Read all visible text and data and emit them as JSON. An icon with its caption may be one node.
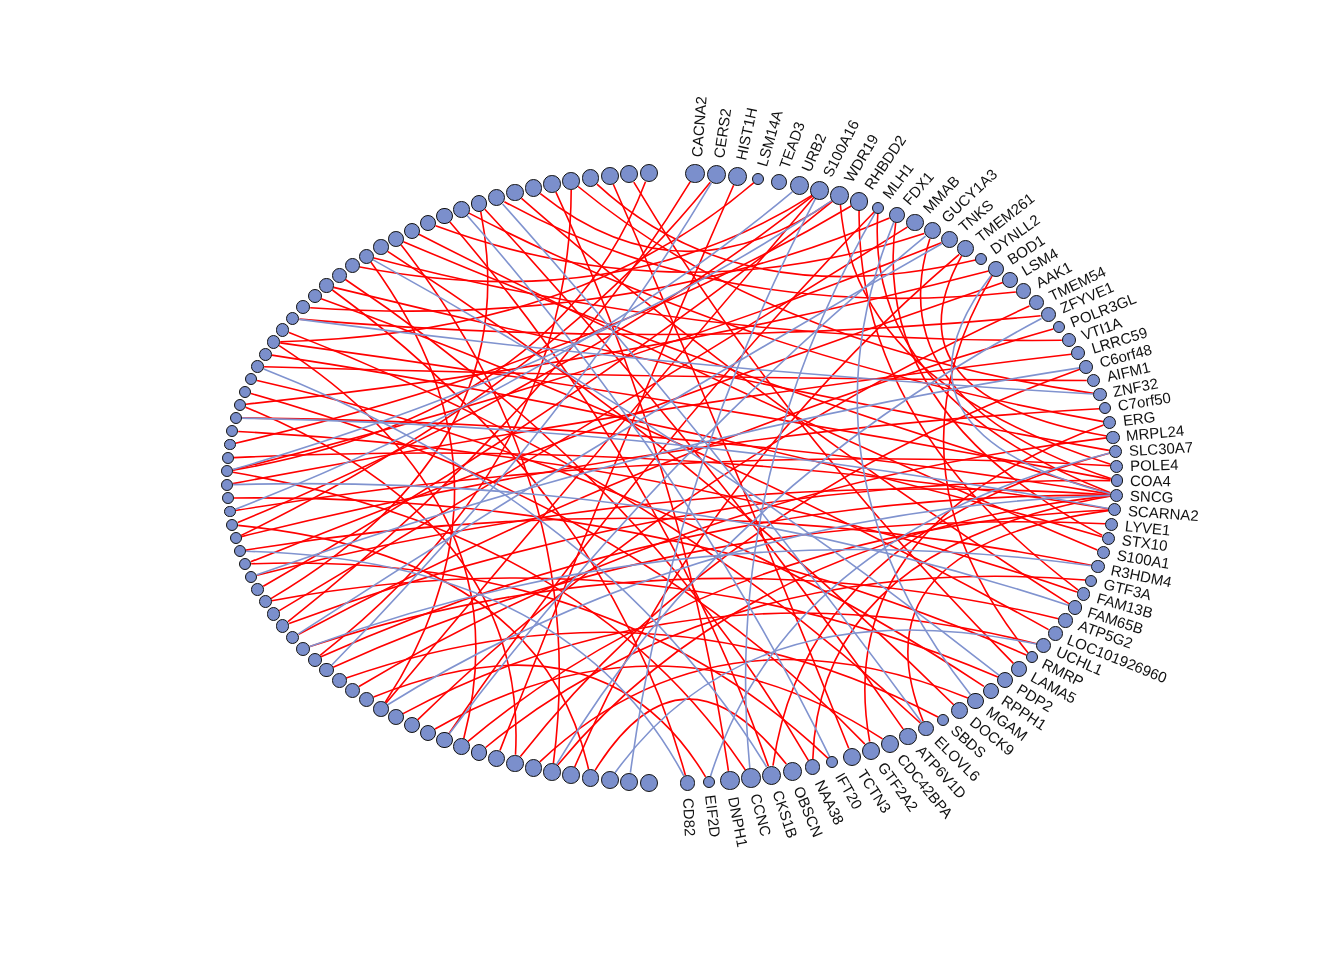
{
  "diagram": {
    "nodes": [
      {
        "text": [],
        "shape": "circle",
        "beside": [
          "CACNA2"
        ]
      },
      {
        "text": [],
        "shape": "circle",
        "beside": [
          "CERS2"
        ]
      },
      {
        "text": [],
        "shape": "circle",
        "beside": [
          "HIST1H"
        ]
      },
      {
        "text": [],
        "shape": "circle",
        "beside": [
          "LSM14A"
        ]
      },
      {
        "text": [],
        "shape": "circle",
        "beside": [
          "TEAD3"
        ]
      },
      {
        "text": [],
        "shape": "circle",
        "beside": [
          "URB2"
        ]
      },
      {
        "text": [],
        "shape": "circle",
        "beside": [
          "S100A16"
        ]
      },
      {
        "text": [],
        "shape": "circle",
        "beside": [
          "WDR19"
        ]
      },
      {
        "text": [],
        "shape": "circle",
        "beside": [
          "RHBDD2"
        ]
      },
      {
        "text": [],
        "shape": "circle",
        "beside": [
          "MLH1"
        ]
      },
      {
        "text": [],
        "shape": "circle",
        "beside": [
          "FDX1"
        ]
      },
      {
        "text": [],
        "shape": "circle",
        "beside": [
          "MMAB"
        ]
      },
      {
        "text": [],
        "shape": "circle",
        "beside": [
          "GUCY1A3"
        ]
      },
      {
        "text": [],
        "shape": "circle",
        "beside": [
          "TNKS"
        ]
      },
      {
        "text": [],
        "shape": "circle",
        "beside": [
          "TMEM261"
        ]
      },
      {
        "text": [],
        "shape": "circle",
        "beside": [
          "DYNLL2"
        ]
      },
      {
        "text": [],
        "shape": "circle",
        "beside": [
          "BOD1"
        ]
      },
      {
        "text": [],
        "shape": "circle",
        "beside": [
          "LSM4"
        ]
      },
      {
        "text": [],
        "shape": "circle",
        "beside": [
          "AAK1"
        ]
      },
      {
        "text": [],
        "shape": "circle",
        "beside": [
          "TMEM54"
        ]
      },
      {
        "text": [],
        "shape": "circle",
        "beside": [
          "ZFYVE1"
        ]
      },
      {
        "text": [],
        "shape": "circle",
        "beside": [
          "POLR3GL"
        ]
      },
      {
        "text": [],
        "shape": "circle",
        "beside": [
          "VTI1A"
        ]
      },
      {
        "text": [],
        "shape": "circle",
        "beside": [
          "LRRC59"
        ]
      },
      {
        "text": [],
        "shape": "circle",
        "beside": [
          "C6orf48"
        ]
      },
      {
        "text": [],
        "shape": "circle",
        "beside": [
          "AIFM1"
        ]
      },
      {
        "text": [],
        "shape": "circle",
        "beside": [
          "ZNF32"
        ]
      },
      {
        "text": [],
        "shape": "circle",
        "beside": [
          "C7orf50"
        ]
      },
      {
        "text": [],
        "shape": "circle",
        "beside": [
          "ERG"
        ]
      },
      {
        "text": [],
        "shape": "circle",
        "beside": [
          "MRPL24"
        ]
      },
      {
        "text": [],
        "shape": "circle",
        "beside": [
          "SLC30A7"
        ]
      },
      {
        "text": [],
        "shape": "circle",
        "beside": [
          "POLE4"
        ]
      },
      {
        "text": [],
        "shape": "circle",
        "beside": [
          "COA4"
        ]
      },
      {
        "text": [],
        "shape": "circle",
        "beside": [
          "SNCG"
        ]
      },
      {
        "text": [],
        "shape": "circle",
        "beside": [
          "SCARNA2"
        ]
      },
      {
        "text": [],
        "shape": "circle",
        "beside": [
          "LYVE1"
        ]
      },
      {
        "text": [],
        "shape": "circle",
        "beside": [
          "STX10"
        ]
      },
      {
        "text": [],
        "shape": "circle",
        "beside": [
          "S100A1"
        ]
      },
      {
        "text": [],
        "shape": "circle",
        "beside": [
          "R3HDM4"
        ]
      },
      {
        "text": [],
        "shape": "circle",
        "beside": [
          "GTF3A"
        ]
      },
      {
        "text": [],
        "shape": "circle",
        "beside": [
          "FAM13B"
        ]
      },
      {
        "text": [],
        "shape": "circle",
        "beside": [
          "FAM65B"
        ]
      },
      {
        "text": [],
        "shape": "circle",
        "beside": [
          "ATP5G2"
        ]
      },
      {
        "text": [],
        "shape": "circle",
        "beside": [
          "LOC101926960"
        ]
      },
      {
        "text": [],
        "shape": "circle",
        "beside": [
          "UCHL1"
        ]
      },
      {
        "text": [],
        "shape": "circle",
        "beside": [
          "RMRP"
        ]
      },
      {
        "text": [],
        "shape": "circle",
        "beside": [
          "LAMA5"
        ]
      },
      {
        "text": [],
        "shape": "circle",
        "beside": [
          "PDP2"
        ]
      },
      {
        "text": [],
        "shape": "circle",
        "beside": [
          "RPPH1"
        ]
      },
      {
        "text": [],
        "shape": "circle",
        "beside": [
          "MGAM"
        ]
      },
      {
        "text": [],
        "shape": "circle",
        "beside": [
          "DOCK9"
        ]
      },
      {
        "text": [],
        "shape": "circle",
        "beside": [
          "SBDS"
        ]
      },
      {
        "text": [],
        "shape": "circle",
        "beside": [
          "ELOVL6"
        ]
      },
      {
        "text": [],
        "shape": "circle",
        "beside": [
          "ATP6V1D"
        ]
      },
      {
        "text": [],
        "shape": "circle",
        "beside": [
          "CDC42BPA"
        ]
      },
      {
        "text": [],
        "shape": "circle",
        "beside": [
          "GTF2A2"
        ]
      },
      {
        "text": [],
        "shape": "circle",
        "beside": [
          "TCTN3"
        ]
      },
      {
        "text": [],
        "shape": "circle",
        "beside": [
          "IFT20"
        ]
      },
      {
        "text": [],
        "shape": "circle",
        "beside": [
          "NAA38"
        ]
      },
      {
        "text": [],
        "shape": "circle",
        "beside": [
          "OBSCN"
        ]
      },
      {
        "text": [],
        "shape": "circle",
        "beside": [
          "CKS1B"
        ]
      },
      {
        "text": [],
        "shape": "circle",
        "beside": [
          "CCNC"
        ]
      },
      {
        "text": [],
        "shape": "circle",
        "beside": [
          "DNPH1"
        ]
      },
      {
        "text": [],
        "shape": "circle",
        "beside": [
          "EIF2D"
        ]
      },
      {
        "text": [],
        "shape": "circle",
        "beside": [
          "CD82"
        ]
      },
      {
        "text": [],
        "shape": "circle"
      },
      {
        "text": [],
        "shape": "circle"
      },
      {
        "text": [],
        "shape": "circle"
      },
      {
        "text": [],
        "shape": "circle"
      },
      {
        "text": [],
        "shape": "circle"
      },
      {
        "text": [],
        "shape": "circle"
      },
      {
        "text": [],
        "shape": "circle"
      },
      {
        "text": [],
        "shape": "circle"
      },
      {
        "text": [],
        "shape": "circle"
      },
      {
        "text": [],
        "shape": "circle"
      },
      {
        "text": [],
        "shape": "circle"
      },
      {
        "text": [],
        "shape": "circle"
      },
      {
        "text": [],
        "shape": "circle"
      },
      {
        "text": [],
        "shape": "circle"
      },
      {
        "text": [],
        "shape": "circle"
      },
      {
        "text": [],
        "shape": "circle"
      },
      {
        "text": [],
        "shape": "circle"
      },
      {
        "text": [],
        "shape": "circle"
      },
      {
        "text": [],
        "shape": "circle"
      },
      {
        "text": [],
        "shape": "circle"
      },
      {
        "text": [],
        "shape": "circle"
      },
      {
        "text": [],
        "shape": "circle"
      },
      {
        "text": [],
        "shape": "circle"
      },
      {
        "text": [],
        "shape": "circle"
      },
      {
        "text": [],
        "shape": "circle"
      },
      {
        "text": [],
        "shape": "circle"
      },
      {
        "text": [],
        "shape": "circle"
      },
      {
        "text": [],
        "shape": "circle"
      },
      {
        "text": [],
        "shape": "circle"
      },
      {
        "text": [],
        "shape": "circle"
      },
      {
        "text": [],
        "shape": "circle"
      },
      {
        "text": [],
        "shape": "circle"
      },
      {
        "text": [],
        "shape": "circle"
      },
      {
        "text": [],
        "shape": "circle"
      },
      {
        "text": [],
        "shape": "circle"
      },
      {
        "text": [],
        "shape": "circle"
      },
      {
        "text": [],
        "shape": "circle"
      },
      {
        "text": [],
        "shape": "circle"
      },
      {
        "text": [],
        "shape": "circle"
      },
      {
        "text": [],
        "shape": "circle"
      },
      {
        "text": [],
        "shape": "circle"
      },
      {
        "text": [],
        "shape": "circle"
      },
      {
        "text": [],
        "shape": "circle"
      },
      {
        "text": [],
        "shape": "circle"
      },
      {
        "text": [],
        "shape": "circle"
      },
      {
        "text": [],
        "shape": "circle"
      },
      {
        "text": [],
        "shape": "circle"
      },
      {
        "text": [],
        "shape": "circle"
      },
      {
        "text": [],
        "shape": "circle"
      },
      {
        "text": [],
        "shape": "circle"
      },
      {
        "text": [],
        "shape": "circle"
      },
      {
        "text": [],
        "shape": "circle"
      },
      {
        "text": [],
        "shape": "circle"
      },
      {
        "text": [],
        "shape": "circle"
      },
      {
        "text": [],
        "shape": "circle"
      },
      {
        "text": [],
        "shape": "circle"
      },
      {
        "text": [],
        "shape": "circle"
      },
      {
        "text": [],
        "shape": "circle"
      },
      {
        "text": [],
        "shape": "circle"
      },
      {
        "text": [],
        "shape": "circle"
      },
      {
        "text": [],
        "shape": "circle"
      },
      {
        "text": [],
        "shape": "circle"
      },
      {
        "text": [],
        "shape": "circle"
      },
      {
        "text": [],
        "shape": "circle"
      },
      {
        "text": [],
        "shape": "circle"
      },
      {
        "text": [],
        "shape": "circle"
      },
      {
        "text": [],
        "shape": "circle"
      },
      {
        "text": [],
        "shape": "circle"
      },
      {
        "text": [],
        "shape": "circle"
      },
      {
        "text": [],
        "shape": "circle"
      }
    ],
    "edges": [
      {
        "from": 33,
        "to": 70,
        "arrow": "none"
      },
      {
        "from": 33,
        "to": 85,
        "arrow": "none"
      },
      {
        "from": 33,
        "to": 92,
        "arrow": "none"
      },
      {
        "from": 33,
        "to": 104,
        "arrow": "none"
      },
      {
        "from": 33,
        "to": 120,
        "arrow": "none"
      },
      {
        "from": 32,
        "to": 88,
        "arrow": "none"
      },
      {
        "from": 32,
        "to": 110,
        "arrow": "none"
      },
      {
        "from": 31,
        "to": 97,
        "arrow": "none"
      },
      {
        "from": 34,
        "to": 75,
        "arrow": "none"
      },
      {
        "from": 34,
        "to": 101,
        "arrow": "none"
      },
      {
        "from": 30,
        "to": 115,
        "arrow": "none"
      },
      {
        "from": 29,
        "to": 82,
        "arrow": "none"
      },
      {
        "from": 28,
        "to": 124,
        "arrow": "none"
      },
      {
        "from": 27,
        "to": 95,
        "arrow": "none"
      },
      {
        "from": 26,
        "to": 130,
        "arrow": "none"
      },
      {
        "from": 25,
        "to": 108,
        "arrow": "none"
      },
      {
        "from": 24,
        "to": 72,
        "arrow": "none"
      },
      {
        "from": 23,
        "to": 99,
        "arrow": "none"
      },
      {
        "from": 22,
        "to": 118,
        "arrow": "none"
      },
      {
        "from": 21,
        "to": 87,
        "arrow": "none"
      },
      {
        "from": 20,
        "to": 112,
        "arrow": "none"
      },
      {
        "from": 19,
        "to": 78,
        "arrow": "none"
      },
      {
        "from": 18,
        "to": 126,
        "arrow": "none"
      },
      {
        "from": 17,
        "to": 93,
        "arrow": "none"
      },
      {
        "from": 16,
        "to": 105,
        "arrow": "none"
      },
      {
        "from": 15,
        "to": 131,
        "arrow": "none"
      },
      {
        "from": 14,
        "to": 69,
        "arrow": "none"
      },
      {
        "from": 13,
        "to": 100,
        "arrow": "none"
      },
      {
        "from": 12,
        "to": 122,
        "arrow": "none"
      },
      {
        "from": 11,
        "to": 89,
        "arrow": "none"
      },
      {
        "from": 10,
        "to": 113,
        "arrow": "none"
      },
      {
        "from": 9,
        "to": 76,
        "arrow": "none"
      },
      {
        "from": 8,
        "to": 102,
        "arrow": "none"
      },
      {
        "from": 7,
        "to": 128,
        "arrow": "none"
      },
      {
        "from": 7,
        "to": 91,
        "arrow": "none"
      },
      {
        "from": 6,
        "to": 80,
        "arrow": "none"
      },
      {
        "from": 6,
        "to": 117,
        "arrow": "none"
      },
      {
        "from": 6,
        "to": 96,
        "arrow": "none"
      },
      {
        "from": 35,
        "to": 84,
        "arrow": "none"
      },
      {
        "from": 36,
        "to": 109,
        "arrow": "none"
      },
      {
        "from": 37,
        "to": 121,
        "arrow": "none"
      },
      {
        "from": 38,
        "to": 94,
        "arrow": "none"
      },
      {
        "from": 39,
        "to": 74,
        "arrow": "none"
      },
      {
        "from": 40,
        "to": 103,
        "arrow": "none"
      },
      {
        "from": 41,
        "to": 127,
        "arrow": "none"
      },
      {
        "from": 42,
        "to": 86,
        "arrow": "none"
      },
      {
        "from": 43,
        "to": 114,
        "arrow": "none"
      },
      {
        "from": 44,
        "to": 79,
        "arrow": "none"
      },
      {
        "from": 45,
        "to": 98,
        "arrow": "none"
      },
      {
        "from": 46,
        "to": 133,
        "arrow": "none"
      },
      {
        "from": 47,
        "to": 90,
        "arrow": "none"
      },
      {
        "from": 48,
        "to": 107,
        "arrow": "none"
      },
      {
        "from": 49,
        "to": 71,
        "arrow": "none"
      },
      {
        "from": 50,
        "to": 119,
        "arrow": "none"
      },
      {
        "from": 51,
        "to": 83,
        "arrow": "none"
      },
      {
        "from": 52,
        "to": 111,
        "arrow": "none"
      },
      {
        "from": 53,
        "to": 125,
        "arrow": "none"
      },
      {
        "from": 54,
        "to": 77,
        "arrow": "none"
      },
      {
        "from": 55,
        "to": 106,
        "arrow": "none"
      },
      {
        "from": 56,
        "to": 132,
        "arrow": "none"
      },
      {
        "from": 57,
        "to": 93,
        "arrow": "none"
      },
      {
        "from": 58,
        "to": 116,
        "arrow": "none"
      },
      {
        "from": 59,
        "to": 68,
        "arrow": "none"
      },
      {
        "from": 60,
        "to": 123,
        "arrow": "none"
      },
      {
        "from": 61,
        "to": 100,
        "arrow": "none"
      },
      {
        "from": 62,
        "to": 129,
        "arrow": "none"
      },
      {
        "from": 63,
        "to": 81,
        "arrow": "none"
      },
      {
        "from": 64,
        "to": 115,
        "arrow": "none"
      },
      {
        "from": 1,
        "to": 95,
        "arrow": "none"
      },
      {
        "from": 2,
        "to": 73,
        "arrow": "none"
      },
      {
        "from": 3,
        "to": 110,
        "arrow": "none"
      },
      {
        "from": 0,
        "to": 88,
        "arrow": "none"
      },
      {
        "from": 33,
        "to": 9,
        "arrow": "none"
      },
      {
        "from": 33,
        "to": 58,
        "arrow": "none"
      },
      {
        "from": 32,
        "to": 12,
        "arrow": "none"
      },
      {
        "from": 34,
        "to": 52,
        "arrow": "none"
      },
      {
        "from": 31,
        "to": 7,
        "arrow": "none"
      },
      {
        "from": 30,
        "to": 60,
        "arrow": "none"
      },
      {
        "from": 36,
        "to": 10,
        "arrow": "none"
      },
      {
        "from": 28,
        "to": 55,
        "arrow": "none"
      },
      {
        "from": 29,
        "to": 14,
        "arrow": "none"
      },
      {
        "from": 40,
        "to": 8,
        "arrow": "none"
      },
      {
        "from": 45,
        "to": 16,
        "arrow": "none"
      },
      {
        "from": 70,
        "to": 120,
        "arrow": "none"
      },
      {
        "from": 85,
        "to": 130,
        "arrow": "none"
      },
      {
        "from": 75,
        "to": 110,
        "arrow": "none"
      },
      {
        "from": 90,
        "to": 125,
        "arrow": "none"
      },
      {
        "from": 100,
        "to": 134,
        "arrow": "none"
      },
      {
        "from": 68,
        "to": 96,
        "arrow": "none"
      },
      {
        "from": 80,
        "to": 118,
        "arrow": "none"
      },
      {
        "from": 72,
        "to": 105,
        "arrow": "none"
      },
      {
        "from": 5,
        "to": 97,
        "arrow": "none",
        "color": "#8093cf"
      },
      {
        "from": 6,
        "to": 66,
        "arrow": "none",
        "color": "#8093cf"
      },
      {
        "from": 7,
        "to": 100,
        "arrow": "none",
        "color": "#8093cf"
      },
      {
        "from": 12,
        "to": 76,
        "arrow": "none",
        "color": "#8093cf"
      },
      {
        "from": 13,
        "to": 87,
        "arrow": "none",
        "color": "#8093cf"
      },
      {
        "from": 20,
        "to": 70,
        "arrow": "none",
        "color": "#8093cf"
      },
      {
        "from": 24,
        "to": 92,
        "arrow": "none",
        "color": "#8093cf"
      },
      {
        "from": 26,
        "to": 112,
        "arrow": "none",
        "color": "#8093cf"
      },
      {
        "from": 33,
        "to": 80,
        "arrow": "none",
        "color": "#8093cf"
      },
      {
        "from": 34,
        "to": 104,
        "arrow": "none",
        "color": "#8093cf"
      },
      {
        "from": 38,
        "to": 86,
        "arrow": "none",
        "color": "#8093cf"
      },
      {
        "from": 44,
        "to": 67,
        "arrow": "none",
        "color": "#8093cf"
      },
      {
        "from": 47,
        "to": 118,
        "arrow": "none",
        "color": "#8093cf"
      },
      {
        "from": 52,
        "to": 126,
        "arrow": "none",
        "color": "#8093cf"
      },
      {
        "from": 57,
        "to": 124,
        "arrow": "none",
        "color": "#8093cf"
      },
      {
        "from": 60,
        "to": 108,
        "arrow": "none",
        "color": "#8093cf"
      },
      {
        "from": 64,
        "to": 94,
        "arrow": "none",
        "color": "#8093cf"
      },
      {
        "from": 1,
        "to": 84,
        "arrow": "none",
        "color": "#8093cf"
      },
      {
        "from": 9,
        "to": 61,
        "arrow": "none",
        "color": "#8093cf"
      },
      {
        "from": 16,
        "to": 33,
        "arrow": "none",
        "color": "#8093cf"
      },
      {
        "from": 10,
        "to": 49,
        "arrow": "none",
        "color": "#8093cf"
      },
      {
        "from": 30,
        "to": 63,
        "arrow": "none",
        "color": "#8093cf"
      },
      {
        "from": 41,
        "to": 99,
        "arrow": "none",
        "color": "#8093cf"
      }
    ]
  }
}
